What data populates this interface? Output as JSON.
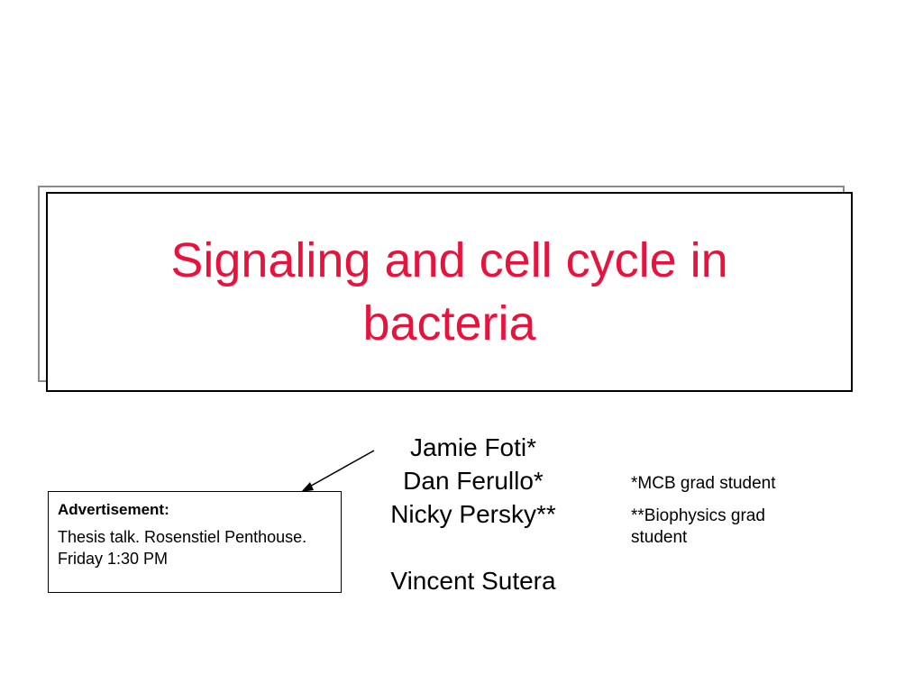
{
  "title": {
    "line1": "Signaling and cell cycle in",
    "line2": "bacteria",
    "color": "#e8123c"
  },
  "authors": {
    "names": [
      "Jamie Foti*",
      "Dan Ferullo*",
      "Nicky Persky**"
    ],
    "advisor": "Vincent Sutera"
  },
  "legend": {
    "note1": "*MCB grad student",
    "note2": "**Biophysics grad student"
  },
  "advertisement": {
    "heading": "Advertisement:",
    "body": "Thesis talk.  Rosenstiel Penthouse. Friday 1:30 PM"
  },
  "icons": {
    "pointer": "arrow-icon"
  }
}
